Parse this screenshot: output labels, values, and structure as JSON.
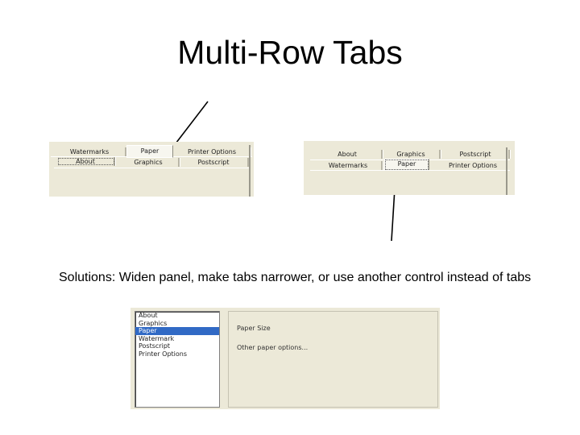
{
  "slide": {
    "title": "Multi-Row Tabs",
    "caption": "Solutions:  Widen panel, make tabs narrower, or use another control instead of tabs"
  },
  "example_left": {
    "row_top": [
      "Watermarks",
      "Paper",
      "Printer Options"
    ],
    "row_bottom": [
      "About",
      "Graphics",
      "Postscript"
    ],
    "selected": "Paper"
  },
  "example_right": {
    "row_top": [
      "About",
      "Graphics",
      "Postscript"
    ],
    "row_bottom": [
      "Watermarks",
      "Paper",
      "Printer Options"
    ],
    "selected": "Paper"
  },
  "listbox_example": {
    "items": [
      "About",
      "Graphics",
      "Paper",
      "Watermark",
      "Postscript",
      "Printer Options"
    ],
    "selected_index": 2,
    "detail": {
      "paper_size_label": "Paper Size",
      "other_options_label": "Other paper options..."
    }
  },
  "colors": {
    "dialog_background": "#ece9d8",
    "selection": "#316ac5"
  }
}
